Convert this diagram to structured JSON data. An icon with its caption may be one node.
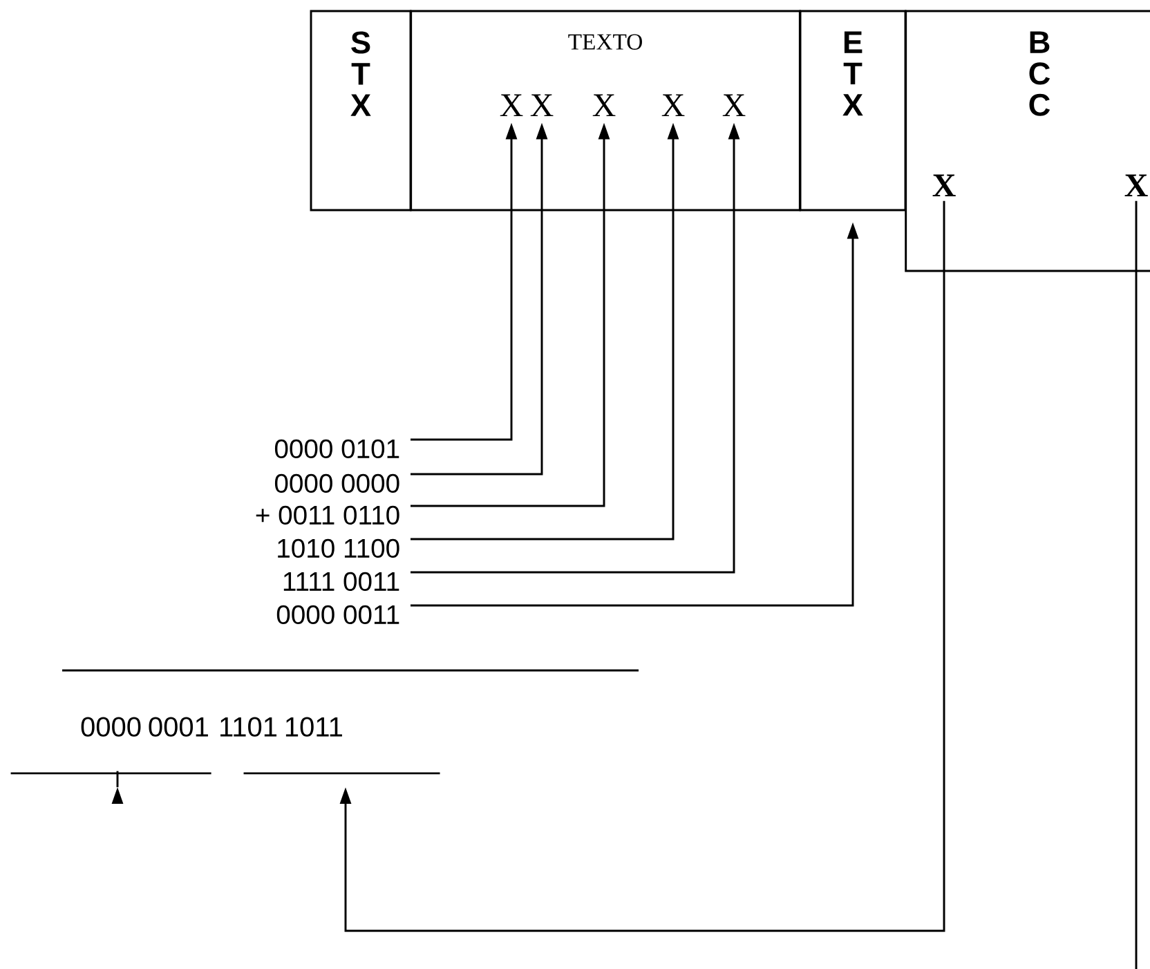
{
  "diagram": {
    "nodes": [
      {
        "text": [
          "S T X"
        ]
      },
      {
        "text": [
          "TEXTO"
        ]
      },
      {
        "text": [
          "X"
        ],
        "in": 1
      },
      {
        "text": [
          "X"
        ],
        "in": 1
      },
      {
        "text": [
          "X"
        ],
        "in": 1
      },
      {
        "text": [
          "X"
        ],
        "in": 1
      },
      {
        "text": [
          "X"
        ],
        "in": 1
      },
      {
        "text": [
          "E T X"
        ]
      },
      {
        "text": [
          "B C C"
        ]
      },
      {
        "text": [
          "X"
        ],
        "in": 8
      },
      {
        "text": [
          "X"
        ],
        "in": 8
      },
      {
        "text": [
          "0000 0101"
        ]
      },
      {
        "text": [
          "0000 0000"
        ]
      },
      {
        "text": [
          "+ 0011 0110"
        ]
      },
      {
        "text": [
          "1010 1100"
        ]
      },
      {
        "text": [
          "1111 0011"
        ]
      },
      {
        "text": [
          "0000 0011"
        ]
      },
      {
        "text": [
          "0000 0001"
        ]
      },
      {
        "text": [
          "1101 1011"
        ]
      }
    ],
    "edges": [
      {
        "from": 11,
        "to": 2,
        "arrow": "to"
      },
      {
        "from": 12,
        "to": 3,
        "arrow": "to"
      },
      {
        "from": 13,
        "to": 4,
        "arrow": "to"
      },
      {
        "from": 14,
        "to": 5,
        "arrow": "to"
      },
      {
        "from": 15,
        "to": 6,
        "arrow": "to"
      },
      {
        "from": 16,
        "to": 7,
        "arrow": "to"
      },
      {
        "from": 9,
        "to": 18,
        "arrow": "to"
      },
      {
        "from": 10,
        "to": null,
        "arrow": "none"
      },
      {
        "from": null,
        "to": 17,
        "arrow": "to"
      }
    ]
  }
}
